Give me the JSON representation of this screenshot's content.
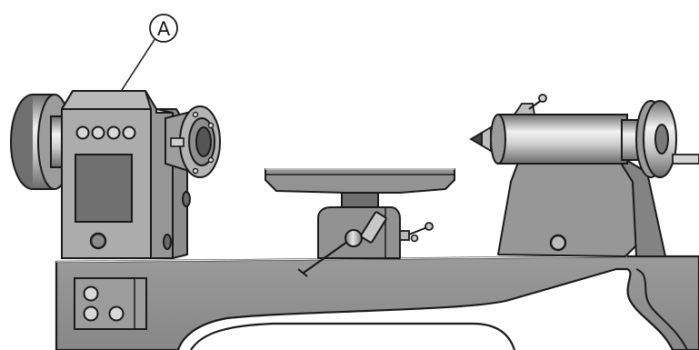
{
  "diagram": {
    "subject": "wood lathe",
    "callout": {
      "label": "A",
      "target": "headstock"
    },
    "colors": {
      "outline": "#1a1a1a",
      "bed": "#8e8e8e",
      "headstock": "#a9a9a9",
      "headstock_shade": "#8a8a8a",
      "window": "#6e6e6e",
      "tailstock_light": "#e4e4e4",
      "tailstock_dark": "#7a7a7a",
      "tool_rest": "#939393",
      "background": "#ffffff"
    },
    "parts": [
      "handwheel-left",
      "headstock",
      "spindle-faceplate",
      "tool-rest",
      "banjo",
      "tailstock",
      "tailstock-quill",
      "tailstock-handwheel",
      "lathe-bed",
      "control-panel"
    ]
  }
}
